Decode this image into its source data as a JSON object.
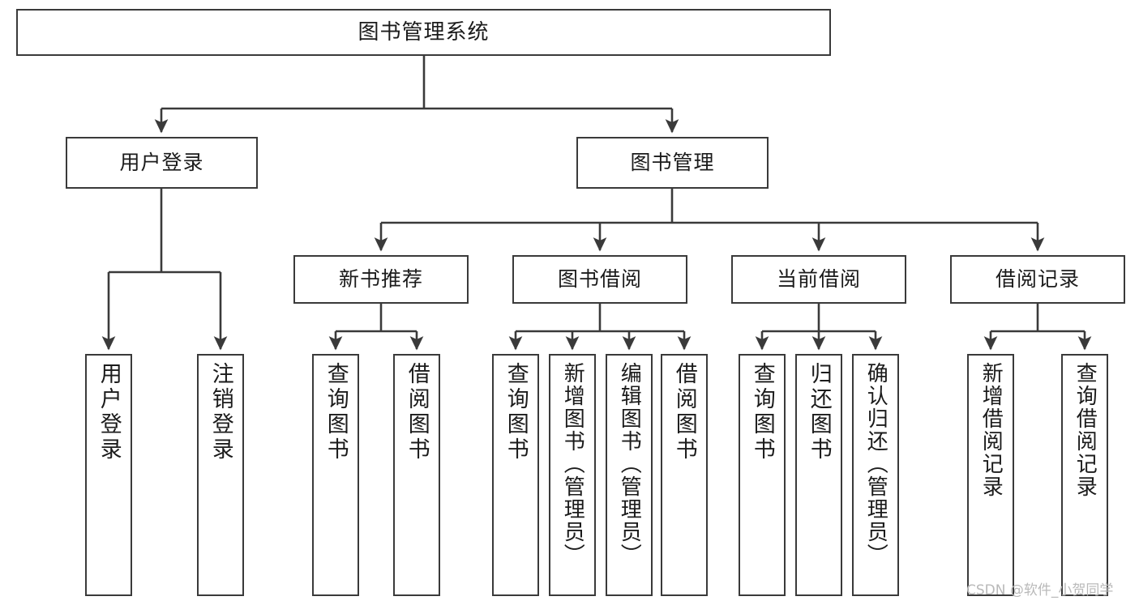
{
  "diagram": {
    "type": "tree-structure-chart",
    "title": "图书管理系统",
    "line_color": "#3a3a3a",
    "box_fill": "#ffffff",
    "text_color": "#1b1b1b",
    "watermark": "CSDN @软件_小贺同学",
    "nodes": {
      "root": {
        "label": "图书管理系统"
      },
      "level2": [
        {
          "id": "user-login",
          "label": "用户登录"
        },
        {
          "id": "book-manage",
          "label": "图书管理"
        }
      ],
      "level3": [
        {
          "id": "new-book-recommend",
          "label": "新书推荐"
        },
        {
          "id": "book-borrow",
          "label": "图书借阅"
        },
        {
          "id": "current-borrow",
          "label": "当前借阅"
        },
        {
          "id": "borrow-record",
          "label": "借阅记录"
        }
      ],
      "leaves": {
        "user-login": [
          {
            "id": "leaf-user-login",
            "label": "用户登录"
          },
          {
            "id": "leaf-logout-login",
            "label": "注销登录"
          }
        ],
        "new-book-recommend": [
          {
            "id": "leaf-query-book-1",
            "label": "查询图书"
          },
          {
            "id": "leaf-borrow-book-1",
            "label": "借阅图书"
          }
        ],
        "book-borrow": [
          {
            "id": "leaf-query-book-2",
            "label": "查询图书"
          },
          {
            "id": "leaf-add-book",
            "label": "新增图书（管理员）"
          },
          {
            "id": "leaf-edit-book",
            "label": "编辑图书（管理员）"
          },
          {
            "id": "leaf-borrow-book-2",
            "label": "借阅图书"
          }
        ],
        "current-borrow": [
          {
            "id": "leaf-query-book-3",
            "label": "查询图书"
          },
          {
            "id": "leaf-return-book",
            "label": "归还图书"
          },
          {
            "id": "leaf-confirm-return",
            "label": "确认归还（管理员）"
          }
        ],
        "borrow-record": [
          {
            "id": "leaf-add-borrow-record",
            "label": "新增借阅记录"
          },
          {
            "id": "leaf-query-borrow-record",
            "label": "查询借阅记录"
          }
        ]
      }
    }
  }
}
